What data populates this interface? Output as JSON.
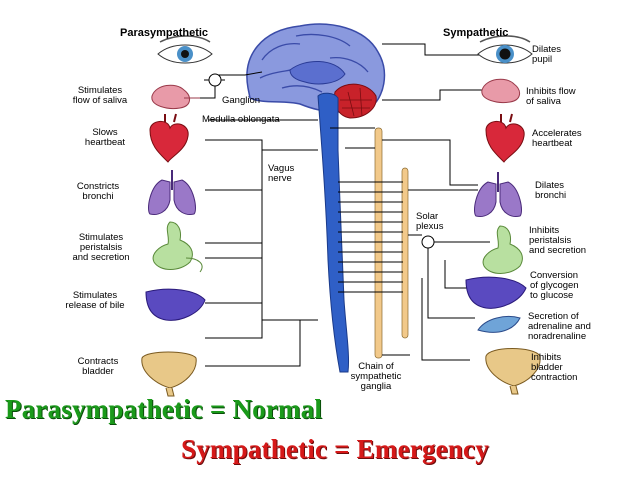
{
  "headers": {
    "left": "Parasympathetic",
    "right": "Sympathetic"
  },
  "left_labels": [
    "Stimulates\nflow of saliva",
    "Slows\nheartbeat",
    "Constricts\nbronchi",
    "Stimulates\nperistalsis\nand secretion",
    "Stimulates\nrelease of bile",
    "Contracts\nbladder"
  ],
  "center_labels": {
    "ganglion": "Ganglion",
    "medulla": "Medulla oblongata",
    "vagus": "Vagus\nnerve",
    "solar": "Solar\nplexus",
    "chain": "Chain of\nsympathetic\nganglia"
  },
  "right_labels": [
    "Dilates\npupil",
    "Inhibits flow\nof saliva",
    "Accelerates\nheartbeat",
    "Dilates\nbronchi",
    "Inhibits\nperistalsis\nand secretion",
    "Conversion\nof glycogen\nto glucose",
    "Secretion of\nadrenaline and\nnoradrenaline",
    "Inhibits\nbladder\ncontraction"
  ],
  "captions": {
    "parasympathetic": "Parasympathetic = Normal",
    "sympathetic": "Sympathetic = Emergency"
  },
  "colors": {
    "parasympathetic_caption": "#1a9a1a",
    "sympathetic_caption": "#d61919",
    "nerve": "#2d5fc4",
    "brain": "#7d8fd8",
    "chain": "#f2c98a"
  }
}
